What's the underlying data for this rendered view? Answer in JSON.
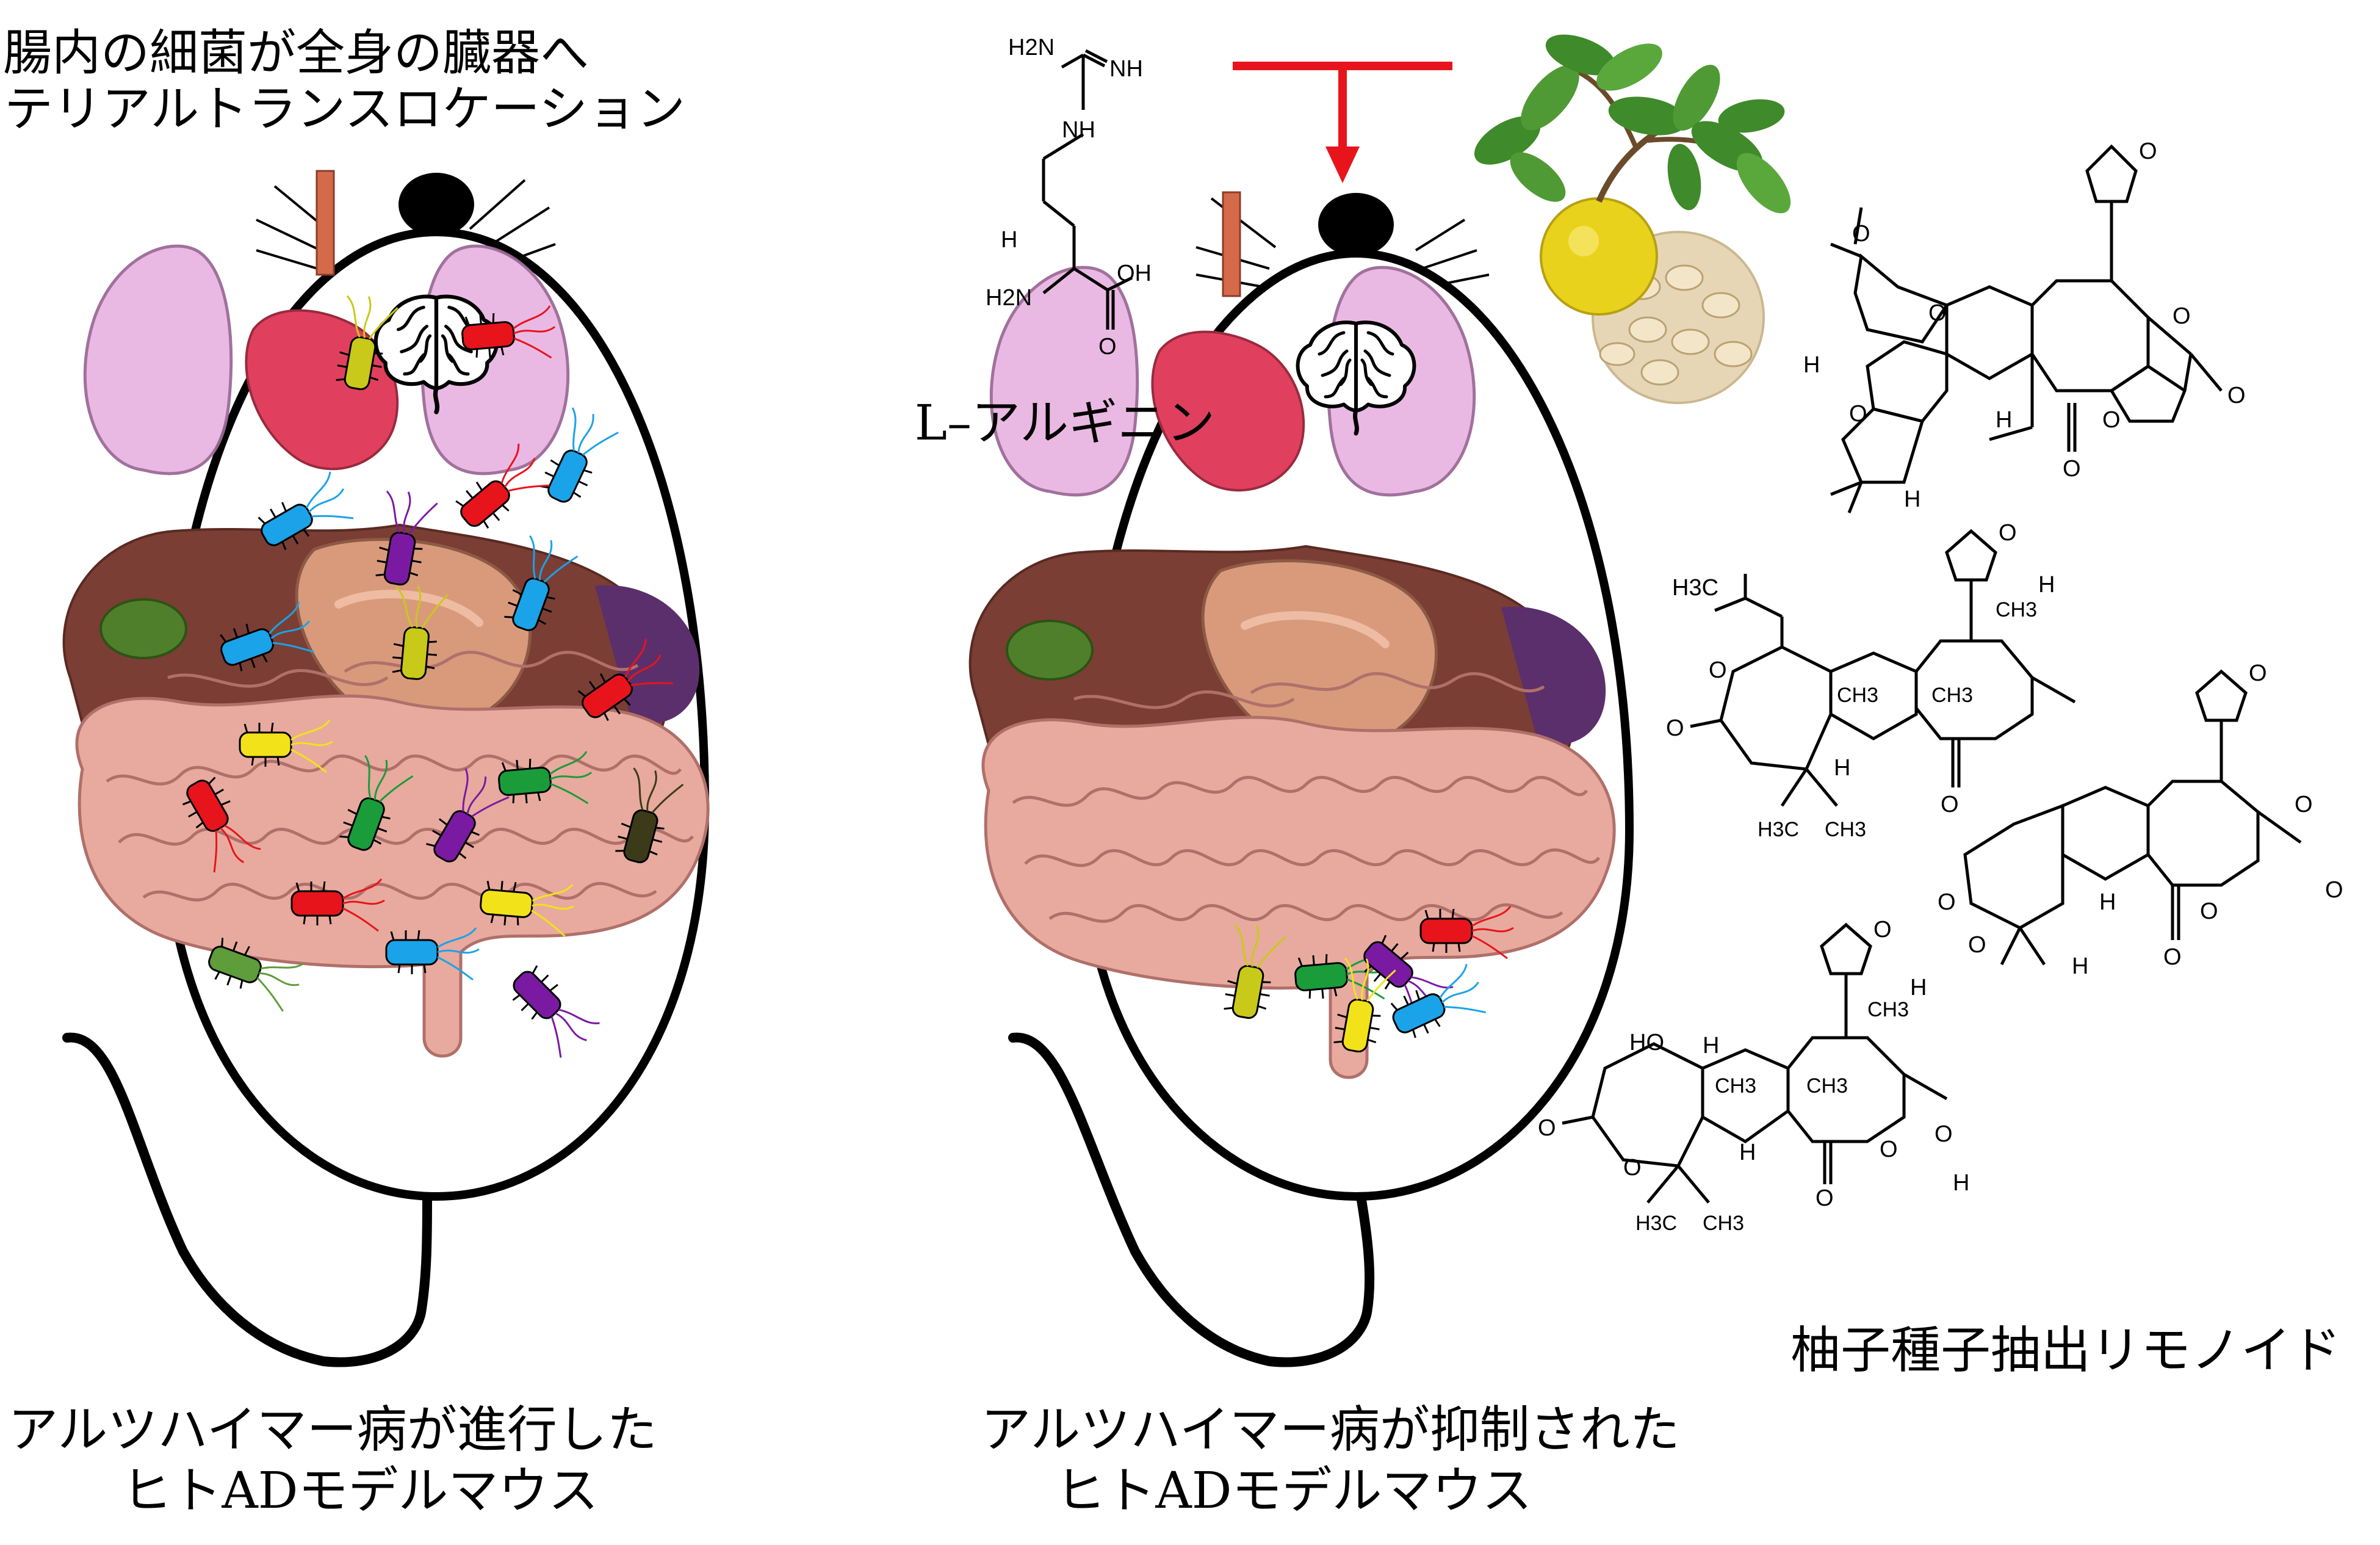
{
  "title": {
    "line1": "腸内の細菌が全身の臓器へ",
    "line2": "バクテリアルトランスロケーション"
  },
  "left_caption": {
    "line1": "アルツハイマー病が進行した",
    "line2": "ヒトADモデルマウス"
  },
  "right_caption": {
    "line1": "アルツハイマー病が抑制された",
    "line2": "ヒトADモデルマウス"
  },
  "arginine": {
    "name": "L–アルギニン",
    "labels": {
      "h2n_top": "H2N",
      "nh": "NH",
      "nh_chain": "NH",
      "h": "H",
      "oh": "OH",
      "h2n": "H2N",
      "o": "O"
    }
  },
  "limonoid": {
    "label": "柚子種子抽出リモノイド",
    "atom_labels": {
      "o": "O",
      "h": "H",
      "h3c": "H3C",
      "ch3": "CH3",
      "ho": "HO",
      "h3c_bottom": "H3C",
      "ch3_bottom": "CH3",
      "h3c_ac": "H3C"
    }
  },
  "colors": {
    "inhibit": "#e8141c",
    "outline": "#000000",
    "lung": "#e9b6e2",
    "heart": "#e0405e",
    "liver": "#7a3e34",
    "stomach": "#d99a7c",
    "intestine": "#e8aa9e",
    "yuzu": "#e9d21b",
    "leaf": "#3f8a2a",
    "seed": "#e7d6b6"
  },
  "bacteria_colors": [
    "#e8141c",
    "#c9c91a",
    "#1aa3e8",
    "#7a1aa3",
    "#1a9c3a",
    "#f2e21a",
    "#3b3b1a",
    "#5f9c3a"
  ]
}
